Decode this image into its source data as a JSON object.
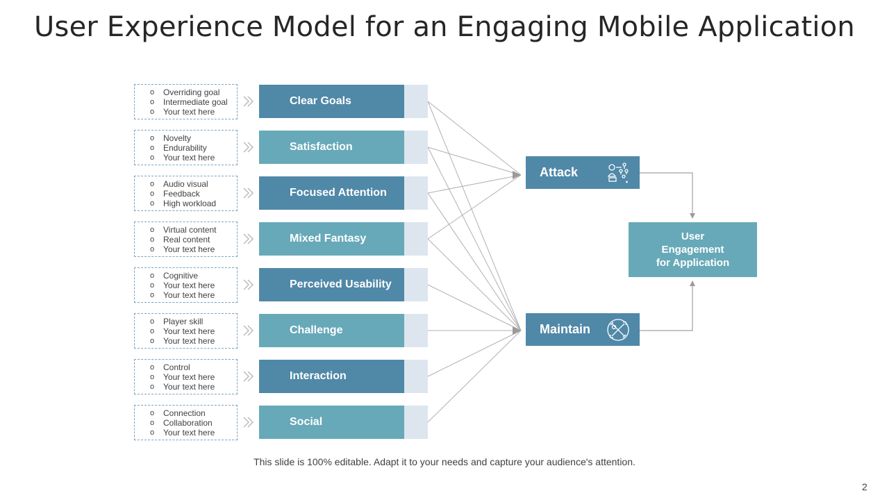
{
  "title": "User Experience Model for an Engaging Mobile Application",
  "factors": [
    {
      "label": "Clear Goals",
      "bullets": [
        "Overriding goal",
        "Intermediate goal",
        "Your text here"
      ],
      "target": "attack"
    },
    {
      "label": "Satisfaction",
      "bullets": [
        "Novelty",
        "Endurability",
        "Your text here"
      ],
      "target": "both"
    },
    {
      "label": "Focused Attention",
      "bullets": [
        "Audio visual",
        "Feedback",
        "High workload"
      ],
      "target": "both"
    },
    {
      "label": "Mixed Fantasy",
      "bullets": [
        "Virtual content",
        "Real content",
        "Your text here"
      ],
      "target": "both"
    },
    {
      "label": "Perceived Usability",
      "bullets": [
        "Cognitive",
        "Your text here",
        "Your text here"
      ],
      "target": "maintain"
    },
    {
      "label": "Challenge",
      "bullets": [
        "Player skill",
        "Your text here",
        "Your text here"
      ],
      "target": "maintain"
    },
    {
      "label": "Interaction",
      "bullets": [
        "Control",
        "Your text here",
        "Your text here"
      ],
      "target": "maintain"
    },
    {
      "label": "Social",
      "bullets": [
        "Connection",
        "Collaboration",
        "Your text here"
      ],
      "target": "maintain"
    }
  ],
  "hubs": {
    "attack": {
      "label": "Attack",
      "icon": "team-network-icon"
    },
    "maintain": {
      "label": "Maintain",
      "icon": "tools-icon"
    }
  },
  "engagement": {
    "lines": [
      "User",
      "Engagement",
      "for Application"
    ]
  },
  "footer": "This slide is 100% editable. Adapt it to your needs and capture your audience's attention.",
  "page_number": "2",
  "colors": {
    "dark_bar": "#5088a8",
    "light_bar": "#67a9b8",
    "tab": "#dde6ee",
    "connector": "#b0b0b0"
  }
}
